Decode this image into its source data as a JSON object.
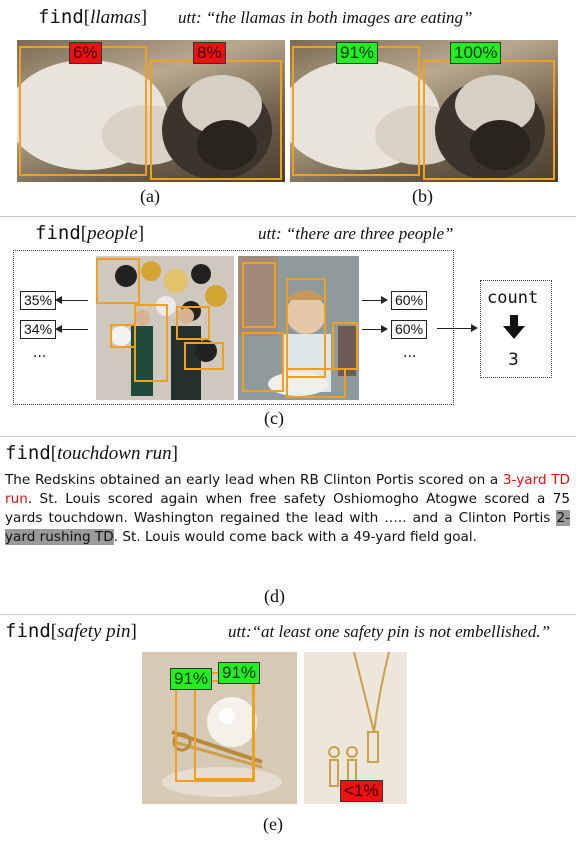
{
  "panel_a_b": {
    "header_fn": "find",
    "header_arg": "llamas",
    "utt": "utt: “the llamas in both images are eating”",
    "a_tags": [
      "6%",
      "8%"
    ],
    "b_tags": [
      "91%",
      "100%"
    ],
    "caption_a": "(a)",
    "caption_b": "(b)"
  },
  "panel_c": {
    "header_fn": "find",
    "header_arg": "people",
    "utt": "utt: “there are three people”",
    "left_scores": [
      "35%",
      "34%"
    ],
    "right_scores": [
      "60%",
      "60%"
    ],
    "ellipsis": "...",
    "count_label": "count",
    "count_value": "3",
    "caption": "(c)"
  },
  "panel_d": {
    "header_fn": "find",
    "header_arg": "touchdown run",
    "p1": "The Redskins obtained an early lead when RB Clinton Portis scored on a ",
    "hl1": "3-yard TD run",
    "p2": ". St. Louis scored again when free safety Oshiomogho Atogwe scored a 75 yards touchdown. Washington regained the lead with ….. and a Clinton Portis ",
    "hl2": "2-yard rushing TD",
    "p3": ". St. Louis would come back with a 49-yard field goal.",
    "caption": "(d)"
  },
  "panel_e": {
    "header_fn": "find",
    "header_arg": "safety pin",
    "utt": "utt:“at least one safety pin is not embellished.”",
    "left_tags": [
      "91%",
      "91%"
    ],
    "right_tag": "<1%",
    "caption": "(e)"
  },
  "colors": {
    "box": "#f0a020",
    "red": "#ee1111",
    "green": "#22ee22"
  }
}
